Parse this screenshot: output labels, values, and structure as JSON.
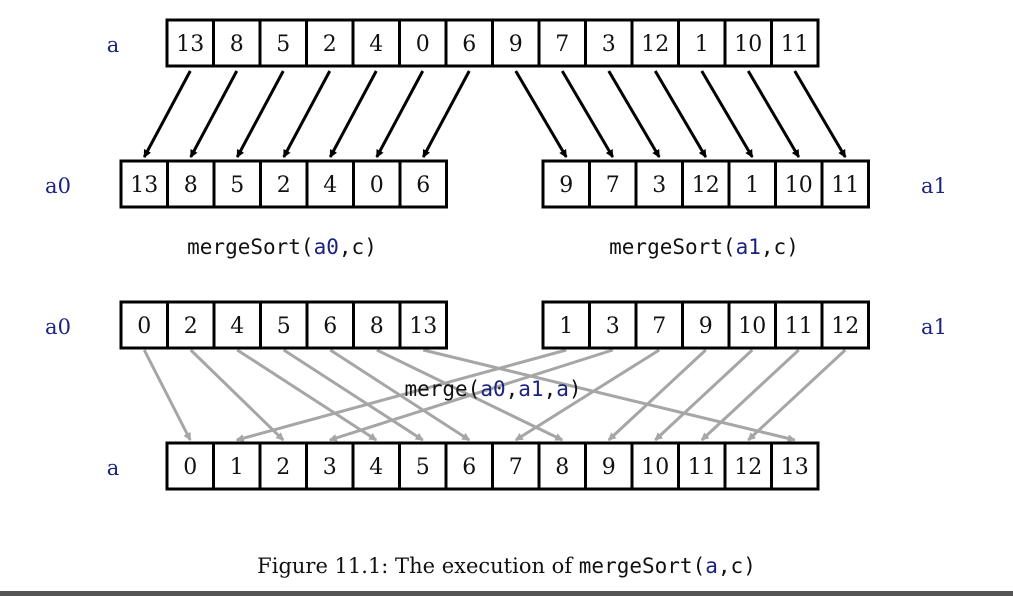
{
  "colors": {
    "variable": "#1a237e",
    "box_border": "#000000",
    "split_arrow": "#000000",
    "merge_arrow": "#a6a6a6",
    "bottom_bar": "#555555"
  },
  "arrays": {
    "a_top": {
      "label": "a",
      "values": [
        "13",
        "8",
        "5",
        "2",
        "4",
        "0",
        "6",
        "9",
        "7",
        "3",
        "12",
        "1",
        "10",
        "11"
      ]
    },
    "a0_unsorted": {
      "label": "a0",
      "values": [
        "13",
        "8",
        "5",
        "2",
        "4",
        "0",
        "6"
      ]
    },
    "a1_unsorted": {
      "label": "a1",
      "values": [
        "9",
        "7",
        "3",
        "12",
        "1",
        "10",
        "11"
      ]
    },
    "a0_sorted": {
      "label": "a0",
      "values": [
        "0",
        "2",
        "4",
        "5",
        "6",
        "8",
        "13"
      ]
    },
    "a1_sorted": {
      "label": "a1",
      "values": [
        "1",
        "3",
        "7",
        "9",
        "10",
        "11",
        "12"
      ]
    },
    "a_bottom": {
      "label": "a",
      "values": [
        "0",
        "1",
        "2",
        "3",
        "4",
        "5",
        "6",
        "7",
        "8",
        "9",
        "10",
        "11",
        "12",
        "13"
      ]
    }
  },
  "calls": {
    "merge_sort_a0": {
      "func": "mergeSort(",
      "arg1": "a0",
      "sep": ",",
      "arg2": "c",
      "close": ")"
    },
    "merge_sort_a1": {
      "func": "mergeSort(",
      "arg1": "a1",
      "sep": ",",
      "arg2": "c",
      "close": ")"
    },
    "merge": {
      "func": "merge(",
      "arg1": "a0",
      "sep1": ",",
      "arg2": "a1",
      "sep2": ",",
      "arg3": "a",
      "close": ")"
    }
  },
  "caption": {
    "prefix": "Figure 11.1: The execution of ",
    "code_func": "mergeSort(",
    "arg1": "a",
    "sep": ",",
    "arg2": "c",
    "close": ")"
  }
}
